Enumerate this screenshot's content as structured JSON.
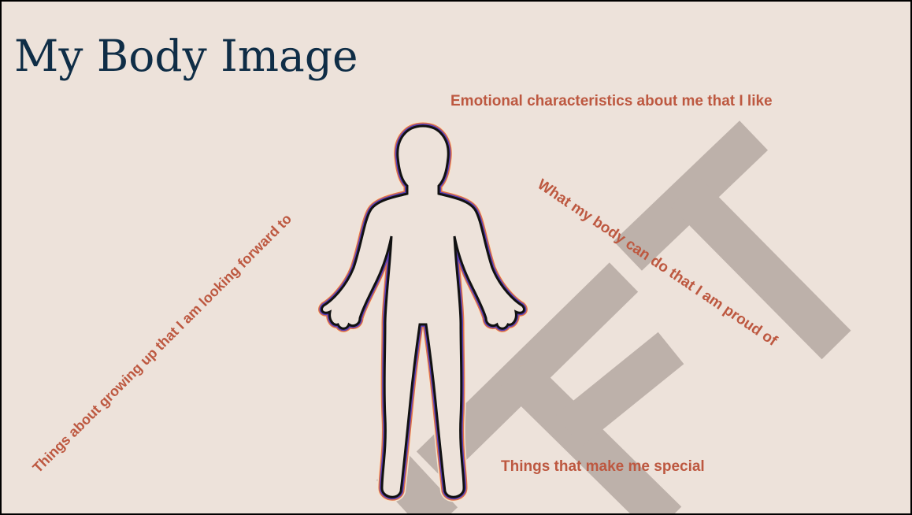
{
  "slide": {
    "title": "My Body Image",
    "labels": {
      "emotional": "Emotional characteristics about me that I like",
      "body_can_do": "What my body can do that I am proud of",
      "growing_up": "Things about growing up that I am looking forward to",
      "special": "Things that make me special"
    },
    "colors": {
      "background": "#ede2da",
      "title": "#0f2d46",
      "label": "#bd5840",
      "watermark": "#bdb1aa",
      "outline_inner": "#111111",
      "outline_purple": "#5a3fb5",
      "outline_orange": "#e0734a"
    },
    "figure_icon": "human-body-outline-icon",
    "watermark_icon": "draft-watermark"
  }
}
